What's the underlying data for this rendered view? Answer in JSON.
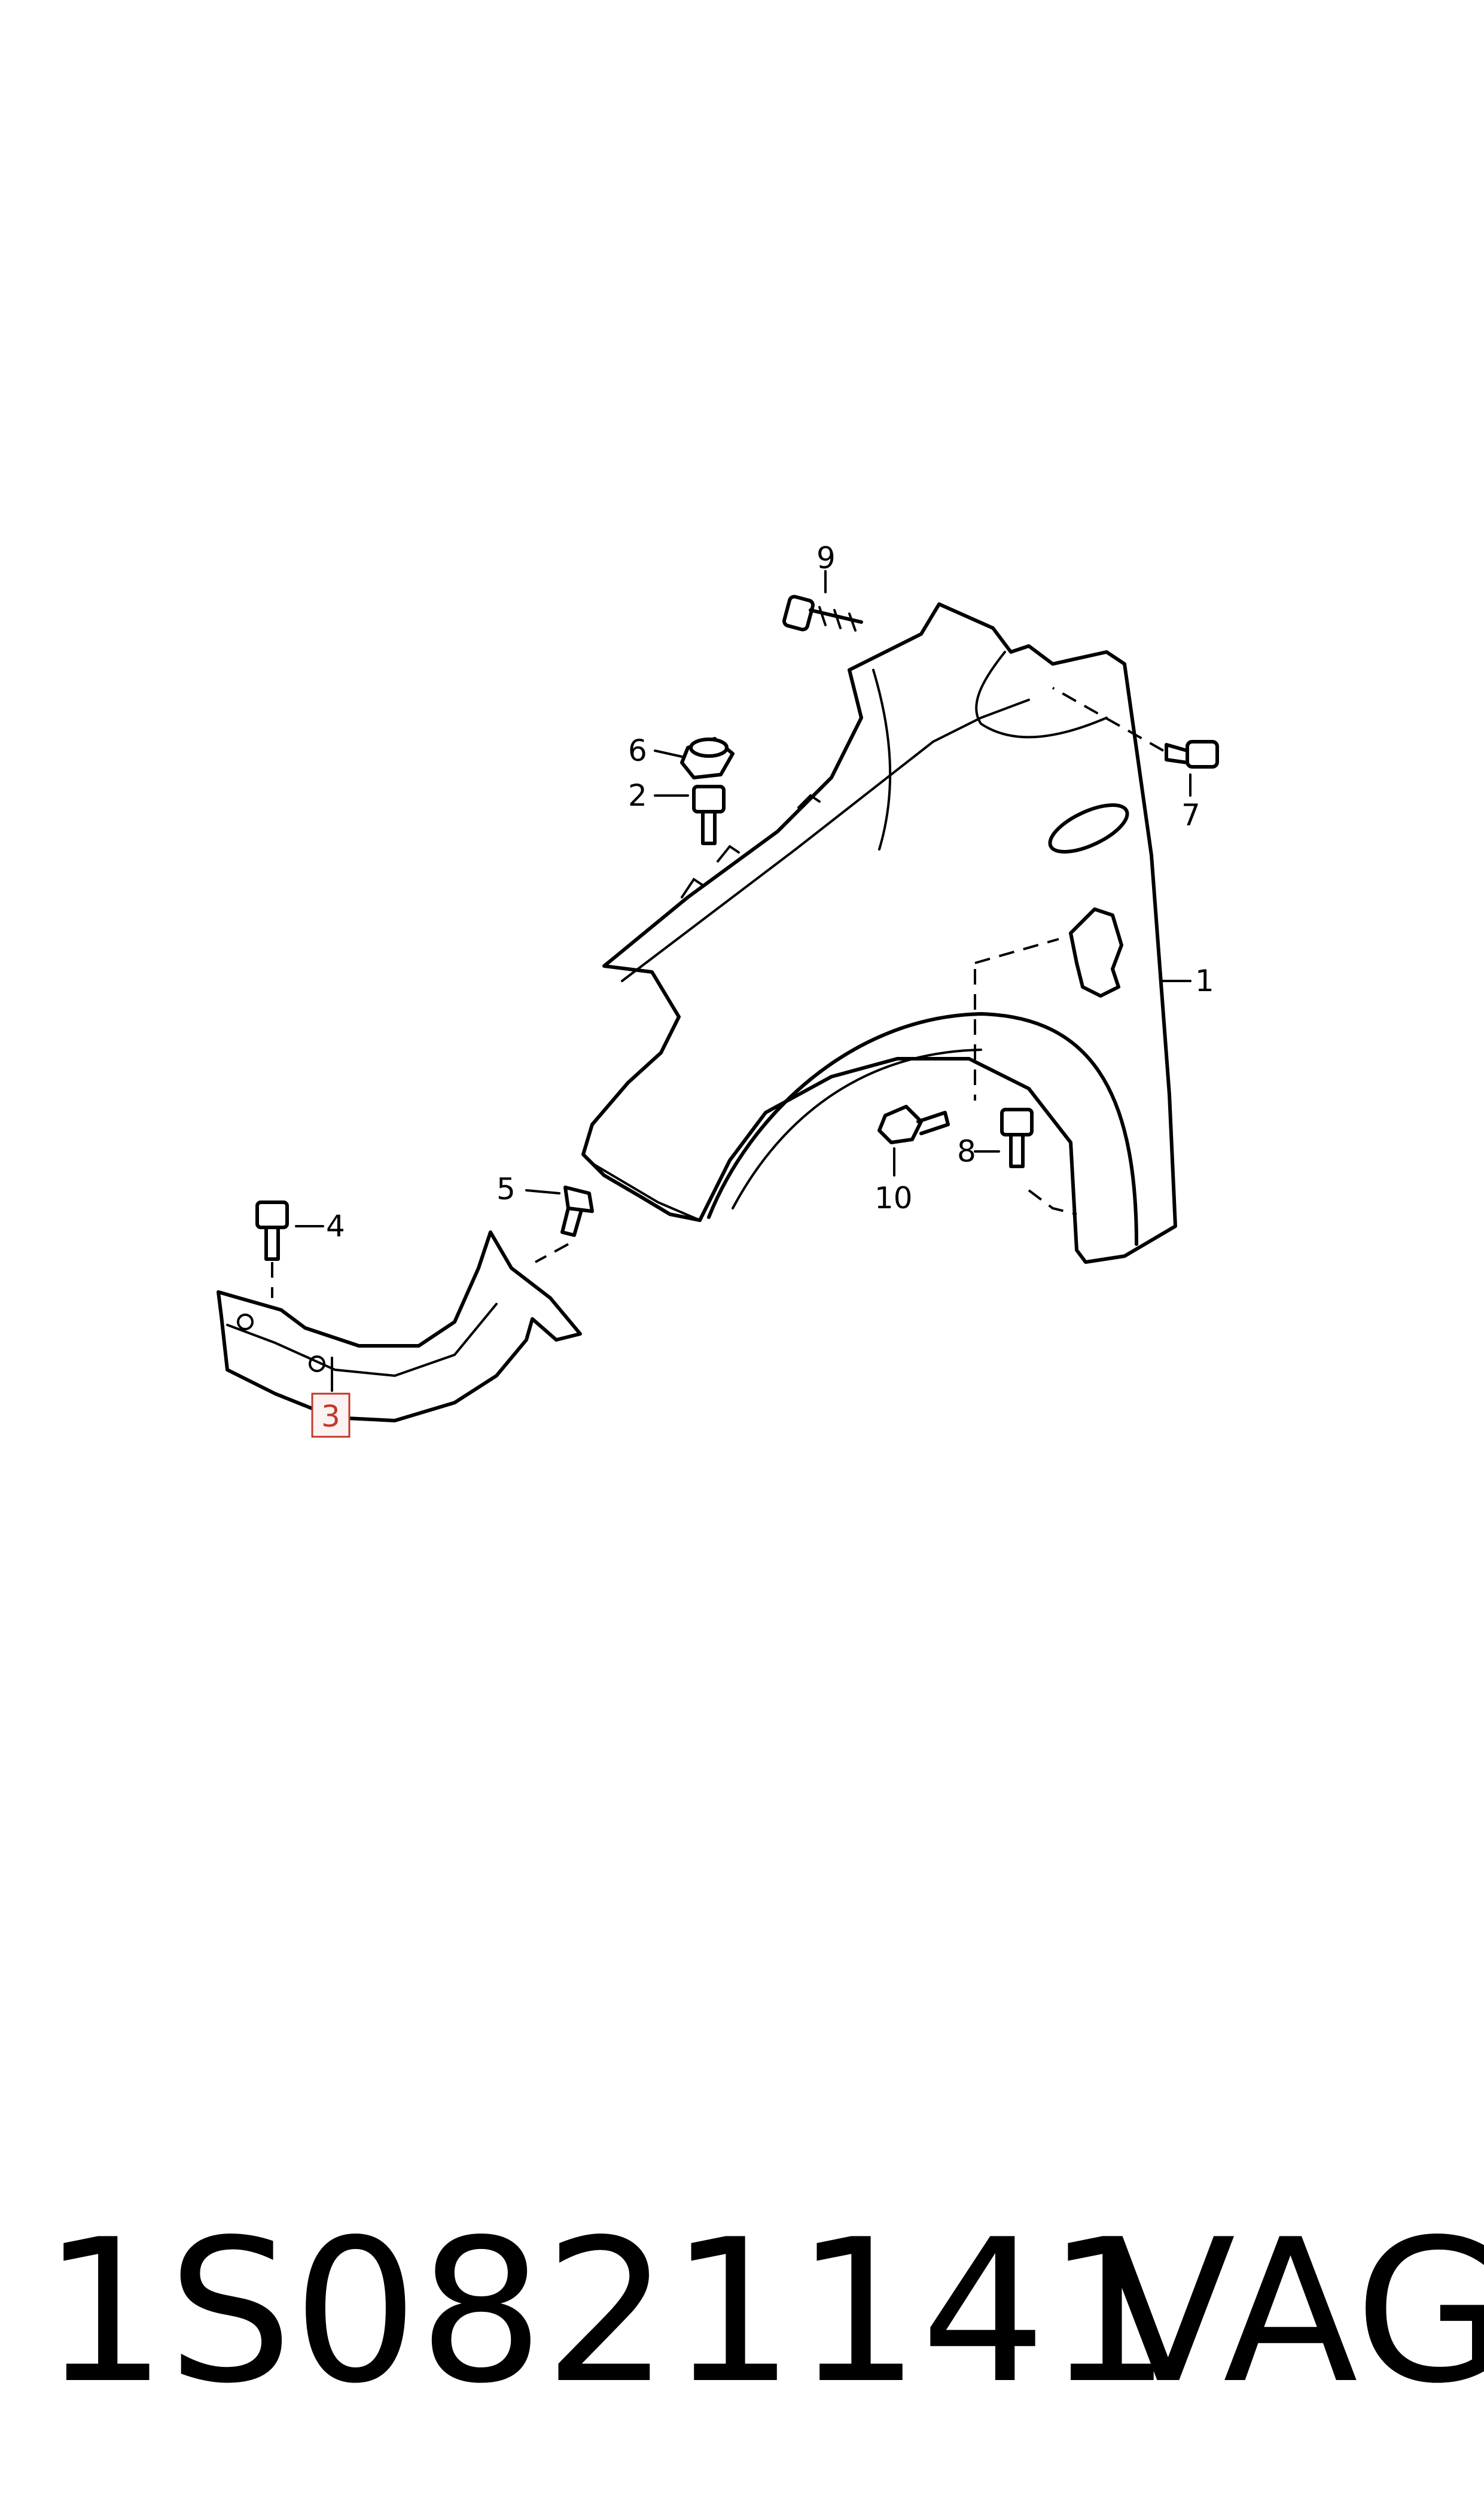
{
  "callouts": {
    "c1": "1",
    "c2": "2",
    "c3": "3",
    "c4": "4",
    "c5": "5",
    "c6": "6",
    "c7": "7",
    "c8": "8",
    "c9": "9",
    "c10": "10"
  },
  "highlight_color": "#c0392b",
  "footer": {
    "part_number": "1S0821141",
    "brand": "VAG"
  }
}
